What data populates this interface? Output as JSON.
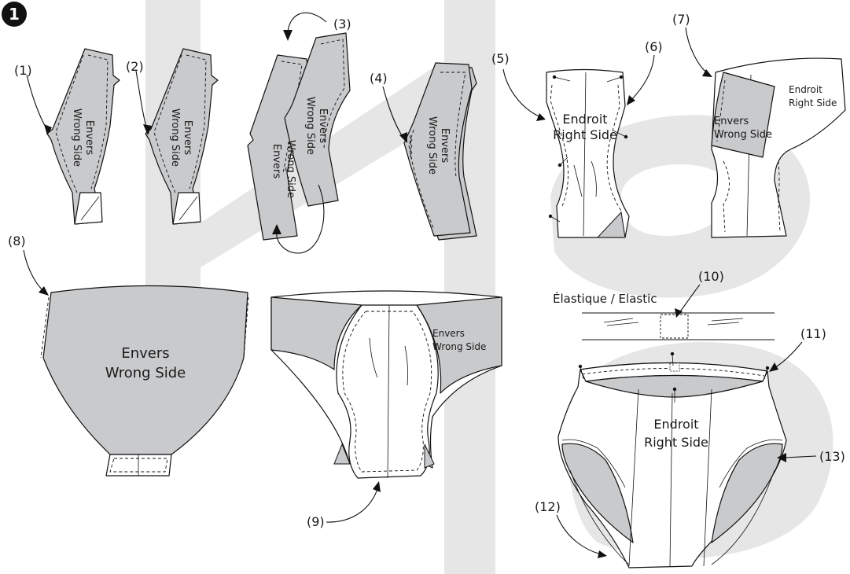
{
  "step": {
    "number": "1"
  },
  "labels": {
    "envers": "Envers",
    "wrong_side": "Wrong Side",
    "endroit": "Endroit",
    "right_side": "Right Side",
    "elastic": "Élastique  / Elastic"
  },
  "callouts": [
    "(1)",
    "(2)",
    "(3)",
    "(4)",
    "(5)",
    "(6)",
    "(7)",
    "(8)",
    "(9)",
    "(10)",
    "(11)",
    "(12)",
    "(13)"
  ],
  "colors": {
    "fabric_wrong_side": "#c9cacc",
    "background_stripe": "#e6e6e6",
    "ink": "#111111"
  }
}
